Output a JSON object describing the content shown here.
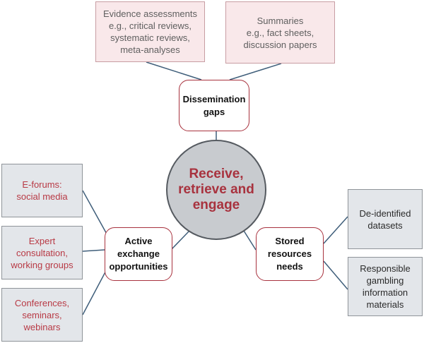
{
  "center": {
    "lines": [
      "Receive,",
      "retrieve and",
      "engage"
    ]
  },
  "hubs": {
    "dissemination": {
      "lines": [
        "Dissemination",
        "gaps"
      ]
    },
    "active": {
      "lines": [
        "Active",
        "exchange",
        "opportunities"
      ]
    },
    "stored": {
      "lines": [
        "Stored",
        "resources",
        "needs"
      ]
    }
  },
  "leaves": {
    "evidence": {
      "lines": [
        "Evidence assessments",
        "e.g., critical reviews,",
        "systematic reviews,",
        "meta-analyses"
      ]
    },
    "summaries": {
      "lines": [
        "Summaries",
        "e.g., fact sheets,",
        "discussion papers"
      ]
    },
    "eforums": {
      "lines": [
        "E-forums:",
        "social media"
      ]
    },
    "expert": {
      "lines": [
        "Expert",
        "consultation,",
        "working groups"
      ]
    },
    "conferences": {
      "lines": [
        "Conferences,",
        "seminars,",
        "webinars"
      ]
    },
    "deidentified": {
      "lines": [
        "De-identified",
        "datasets"
      ]
    },
    "responsible": {
      "lines": [
        "Responsible",
        "gambling",
        "information",
        "materials"
      ]
    }
  },
  "colors": {
    "accent_red": "#a8323e",
    "connector": "#3f5e7a",
    "pink_fill": "#f9e8ea",
    "grey_fill": "#e3e6ea",
    "circle_fill": "#c8cbcf"
  }
}
